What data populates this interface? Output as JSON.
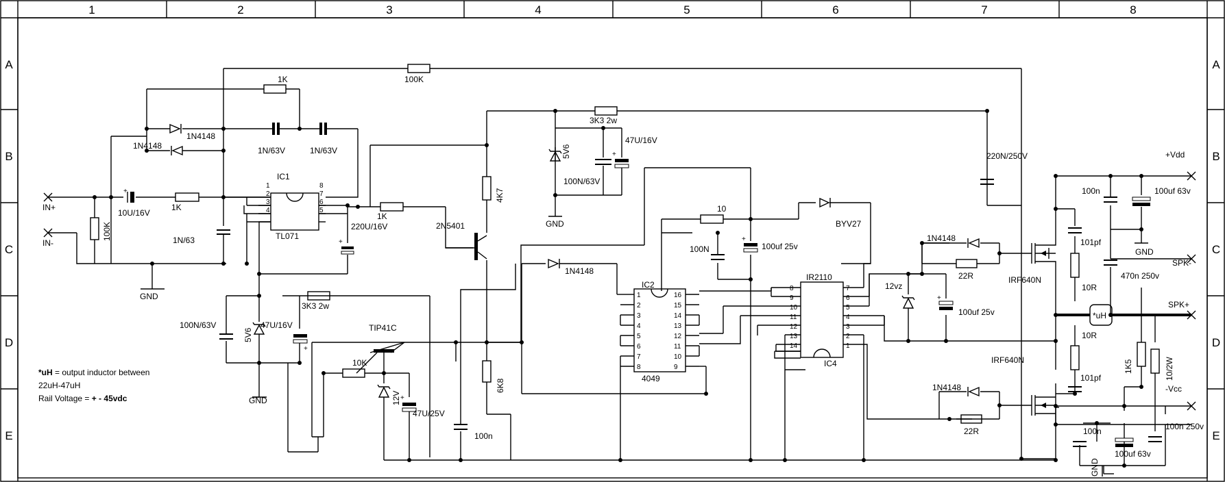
{
  "frame": {
    "columns": [
      "1",
      "2",
      "3",
      "4",
      "5",
      "6",
      "7",
      "8"
    ],
    "rows": [
      "A",
      "B",
      "C",
      "D",
      "E"
    ]
  },
  "ports": {
    "in_plus": "IN+",
    "in_minus": "IN-",
    "vdd": "+Vdd",
    "vcc": "-Vcc",
    "spk_plus": "SPK+",
    "spk_minus": "SPK-",
    "gnd": "GND"
  },
  "ics": {
    "ic1": {
      "name": "IC1",
      "part": "TL071",
      "pins_left": [
        "1",
        "2",
        "3",
        "4"
      ],
      "pins_right": [
        "8",
        "7",
        "6",
        "5"
      ]
    },
    "ic2": {
      "name": "IC2",
      "part": "4049",
      "pins_left": [
        "1",
        "2",
        "3",
        "4",
        "5",
        "6",
        "7",
        "8"
      ],
      "pins_right": [
        "16",
        "15",
        "14",
        "13",
        "12",
        "11",
        "10",
        "9"
      ]
    },
    "ic4": {
      "name": "IC4",
      "part": "IR2110",
      "pins_left": [
        "8",
        "9",
        "10",
        "11",
        "12",
        "13",
        "14"
      ],
      "pins_right": [
        "7",
        "6",
        "5",
        "4",
        "3",
        "2",
        "1"
      ]
    }
  },
  "components": {
    "r_fb_top": "100K",
    "r_1k_top": "1K",
    "d_1n4148_a": "1N4148",
    "d_1n4148_b": "1N4148",
    "c_1n63v_a": "1N/63V",
    "c_1n63v_b": "1N/63V",
    "c_in": "10U/16V",
    "r_in": "1K",
    "r_in_shunt": "100K",
    "c_1n63": "1N/63",
    "c_220u": "220U/16V",
    "r_1k_out": "1K",
    "r_3k3_top": "3K3 2w",
    "z_5v6_top": "5V6",
    "c_100n_top": "100N/63V",
    "c_47u_top": "47U/16V",
    "r_4k7": "4K7",
    "q_2n5401": "2N5401",
    "r_3k3_left": "3K3 2w",
    "c_100n_left": "100N/63V",
    "z_5v6_left": "5V6",
    "c_47u_left": "47U/16V",
    "q_tip41c": "TIP41C",
    "r_10k": "10K",
    "z_12v": "12V",
    "c_47u_25v": "47U/25V",
    "c_100n_mid": "100n",
    "r_6k8": "6K8",
    "d_1n4148_mid": "1N4148",
    "r_10": "10",
    "c_100n_ic": "100N",
    "c_100uf_25v": "100uf 25v",
    "d_byv27": "BYV27",
    "c_220n": "220N/250V",
    "d_1n4148_hi": "1N4148",
    "r_22r_hi": "22R",
    "z_12vz": "12vz",
    "c_100uf_25v_b": "100uf 25v",
    "q_irf640n_hi": "IRF640N",
    "q_irf640n_lo": "IRF640N",
    "d_1n4148_lo": "1N4148",
    "r_22r_lo": "22R",
    "c_100n_vdd": "100n",
    "c_100uf_63v": "100uf 63v",
    "c_101pf_hi": "101pf",
    "r_10r_hi": "10R",
    "c_470n": "470n 250v",
    "inductor": "*uH",
    "r_10r_lo": "10R",
    "c_101pf_lo": "101pf",
    "r_1k5": "1K5",
    "r_10_2w": "10/2W",
    "c_100n_vcc": "100n",
    "c_100uf_63v_b": "100uf 63v",
    "c_100n_250v": "100n 250v"
  },
  "notes": {
    "uh_key": "*uH",
    "uh_text": " = output inductor between",
    "range": "22uH-47uH",
    "rail_label": "Rail Voltage = ",
    "rail_value": "+ - 45vdc"
  }
}
